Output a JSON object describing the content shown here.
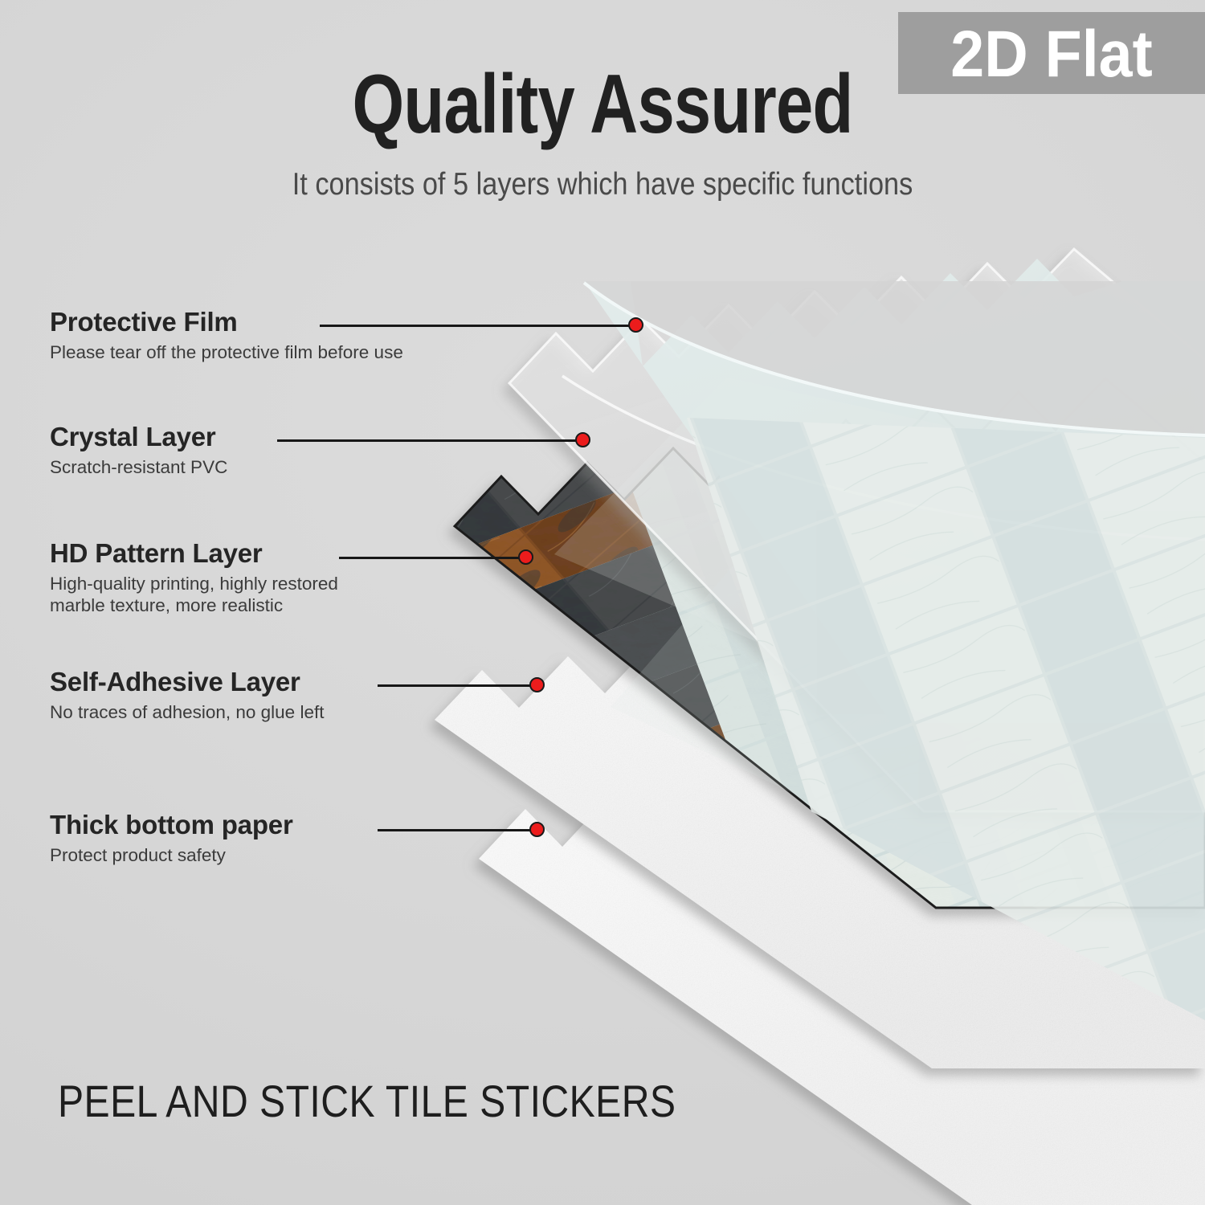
{
  "header": {
    "title": "Quality Assured",
    "subtitle": "It consists of 5 layers which have specific functions",
    "badge": "2D Flat"
  },
  "footer": {
    "text": "PEEL AND STICK  TILE STICKERS"
  },
  "colors": {
    "background": "#d7d7d7",
    "badge_bg": "#9e9e9e",
    "badge_text": "#ffffff",
    "title_text": "#212121",
    "marker_dot": "#ec1c1c",
    "leader_line": "#171717",
    "protective_film": "#dfe9e8",
    "crystal_layer": "#e4e4e4",
    "adhesive_layer": "#f2f2f2",
    "bottom_paper": "#f7f7f7",
    "tile_light": "#ccd9d9",
    "tile_dark_slate": "#3a3d40",
    "tile_rust": "#8a5224"
  },
  "layers": [
    {
      "id": "protective-film",
      "title": "Protective Film",
      "desc": [
        "Please tear off the protective film before use"
      ]
    },
    {
      "id": "crystal-layer",
      "title": "Crystal Layer",
      "desc": [
        "Scratch-resistant PVC"
      ]
    },
    {
      "id": "hd-pattern-layer",
      "title": "HD Pattern Layer",
      "desc": [
        "High-quality printing, highly restored",
        "marble texture, more realistic"
      ]
    },
    {
      "id": "self-adhesive-layer",
      "title": "Self-Adhesive Layer",
      "desc": [
        "No traces of adhesion, no glue left"
      ]
    },
    {
      "id": "thick-bottom-paper",
      "title": "Thick bottom paper",
      "desc": [
        "Protect product safety"
      ]
    }
  ]
}
